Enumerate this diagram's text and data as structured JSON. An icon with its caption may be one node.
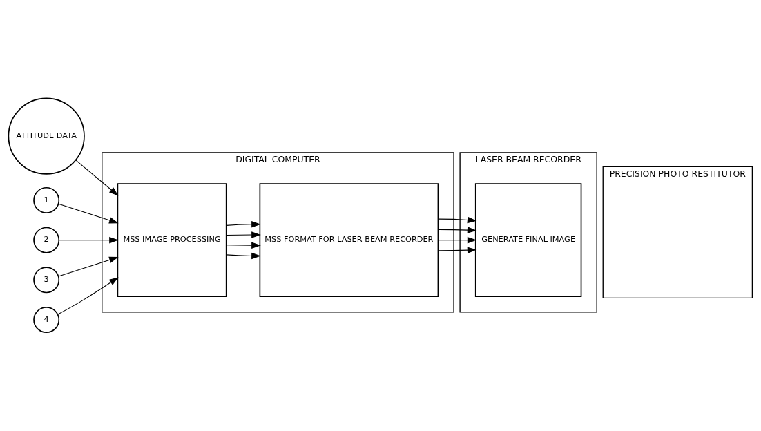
{
  "diagram": {
    "nodes": [
      {
        "text": [
          "DIGITAL COMPUTER"
        ]
      },
      {
        "text": [
          "LASER BEAM RECORDER"
        ]
      },
      {
        "text": [
          "PRECISION PHOTO RESTITUTOR"
        ]
      },
      {
        "text": [
          "ATTITUDE DATA"
        ]
      },
      {
        "text": [
          "1"
        ]
      },
      {
        "text": [
          "2"
        ]
      },
      {
        "text": [
          "3"
        ]
      },
      {
        "text": [
          "4"
        ]
      },
      {
        "text": [
          "MSS IMAGE PROCESSING"
        ],
        "in": 0
      },
      {
        "text": [
          "MSS FORMAT FOR LASER BEAM RECORDER"
        ],
        "in": 0
      },
      {
        "text": [
          "GENERATE FINAL IMAGE"
        ],
        "in": 1
      }
    ],
    "edges": [
      {
        "from": 3,
        "to": 8,
        "arrow": "to"
      },
      {
        "from": 4,
        "to": 8,
        "arrow": "to"
      },
      {
        "from": 5,
        "to": 8,
        "arrow": "to"
      },
      {
        "from": 6,
        "to": 8,
        "arrow": "to"
      },
      {
        "from": 7,
        "to": 8,
        "arrow": "to"
      },
      {
        "from": 8,
        "to": 9,
        "arrow": "to"
      },
      {
        "from": 8,
        "to": 9,
        "arrow": "to"
      },
      {
        "from": 8,
        "to": 9,
        "arrow": "to"
      },
      {
        "from": 8,
        "to": 9,
        "arrow": "to"
      },
      {
        "from": 9,
        "to": 10,
        "arrow": "to"
      },
      {
        "from": 9,
        "to": 10,
        "arrow": "to"
      },
      {
        "from": 9,
        "to": 10,
        "arrow": "to"
      },
      {
        "from": 9,
        "to": 10,
        "arrow": "to"
      }
    ]
  }
}
